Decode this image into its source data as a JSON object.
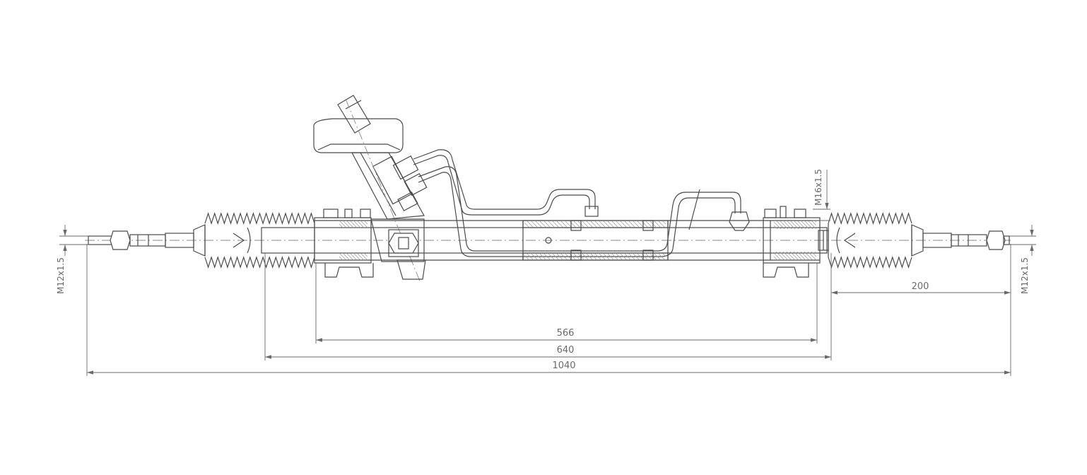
{
  "dimensions": {
    "d1040": "1040",
    "d640": "640",
    "d566": "566",
    "d200": "200"
  },
  "threads": {
    "left": "M12x1.5",
    "right": "M12x1.5",
    "port": "M16x1.5"
  }
}
